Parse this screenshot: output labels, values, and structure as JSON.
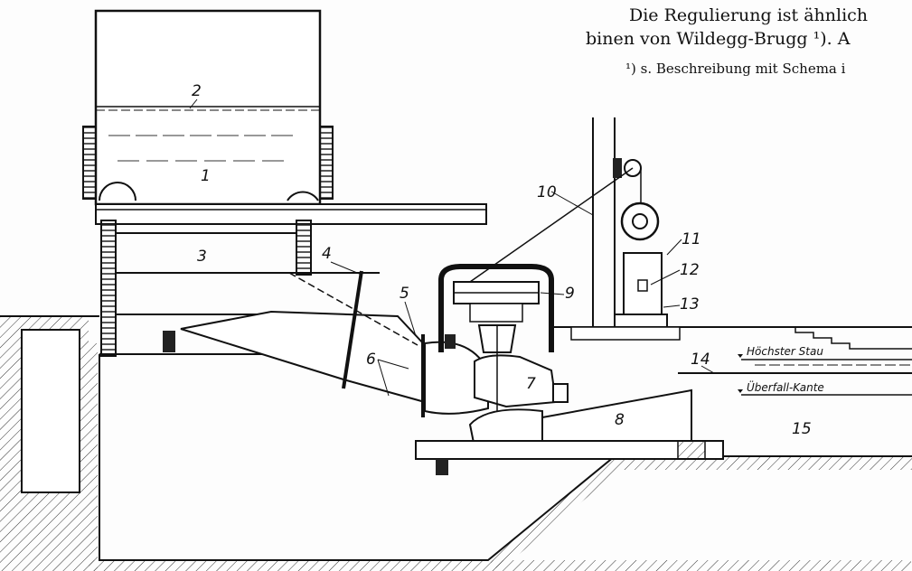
{
  "header_text": {
    "line1": "Die Regulierung ist ähnlich",
    "line2": "binen von Wildegg-Brugg ¹). A",
    "footnote": "¹) s. Beschreibung mit Schema i"
  },
  "diagram": {
    "part_labels": [
      "1",
      "2",
      "3",
      "4",
      "5",
      "6",
      "7",
      "8",
      "9",
      "10",
      "11",
      "12",
      "13",
      "14",
      "15"
    ],
    "level_labels": {
      "max_level": "Höchster Stau",
      "weir_crest": "Überfall-Kante"
    }
  }
}
